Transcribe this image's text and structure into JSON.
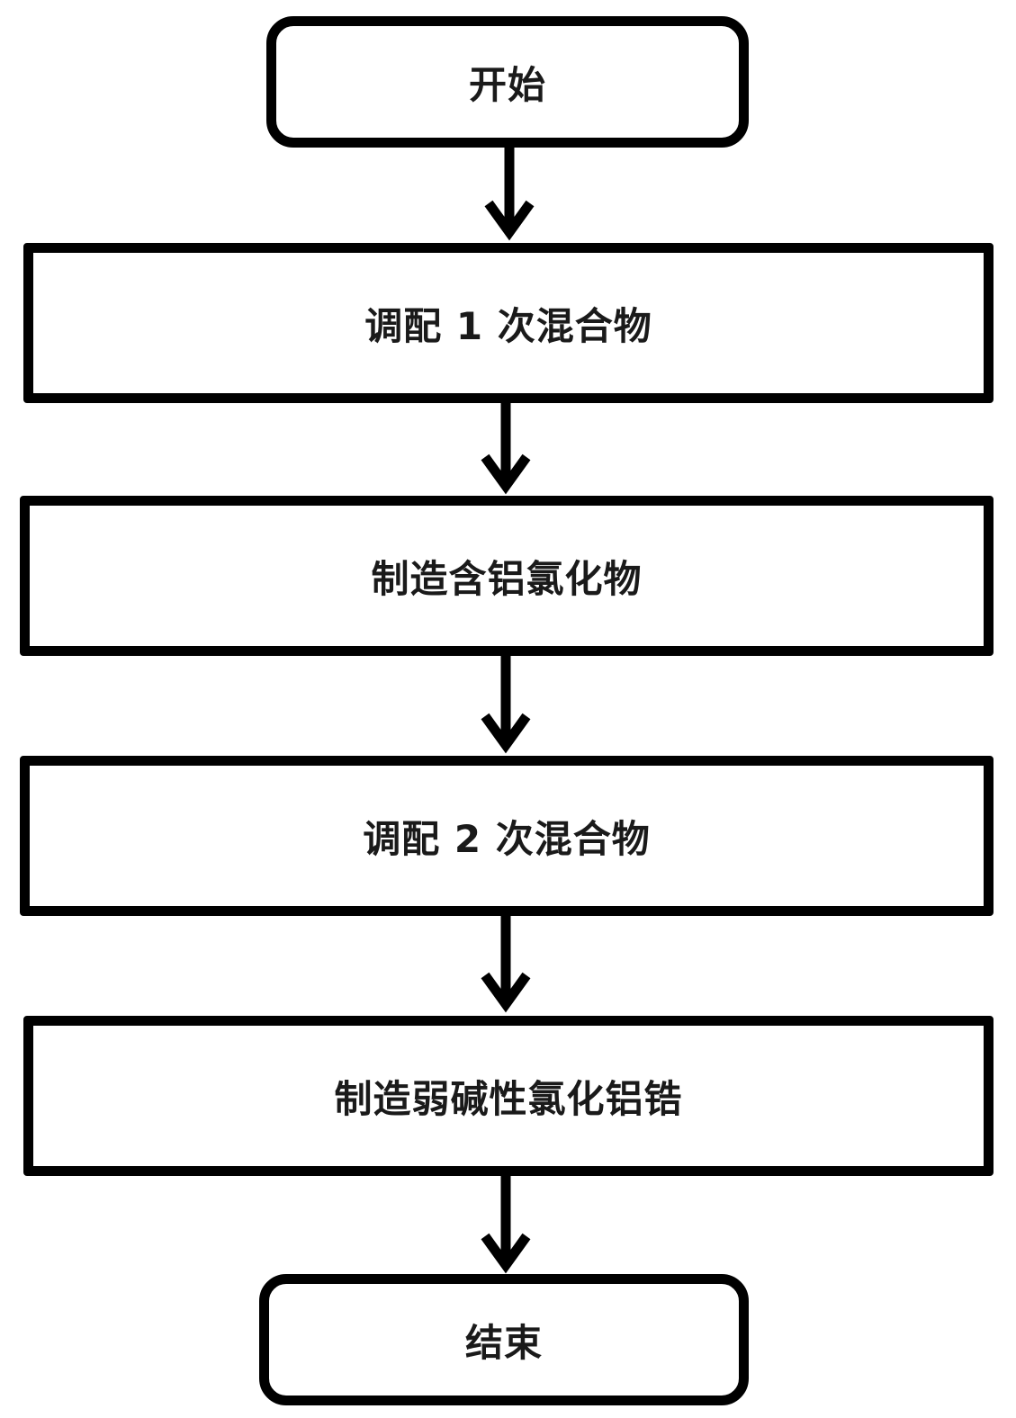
{
  "flowchart": {
    "start": {
      "label": "开始"
    },
    "steps": [
      {
        "label": "调配 1 次混合物"
      },
      {
        "label": "制造含铝氯化物"
      },
      {
        "label": "调配 2 次混合物"
      },
      {
        "label": "制造弱碱性氯化铝锆"
      }
    ],
    "end": {
      "label": "结束"
    }
  },
  "colors": {
    "stroke": "#000000",
    "text": "#1a1a1a",
    "background": "#ffffff"
  }
}
